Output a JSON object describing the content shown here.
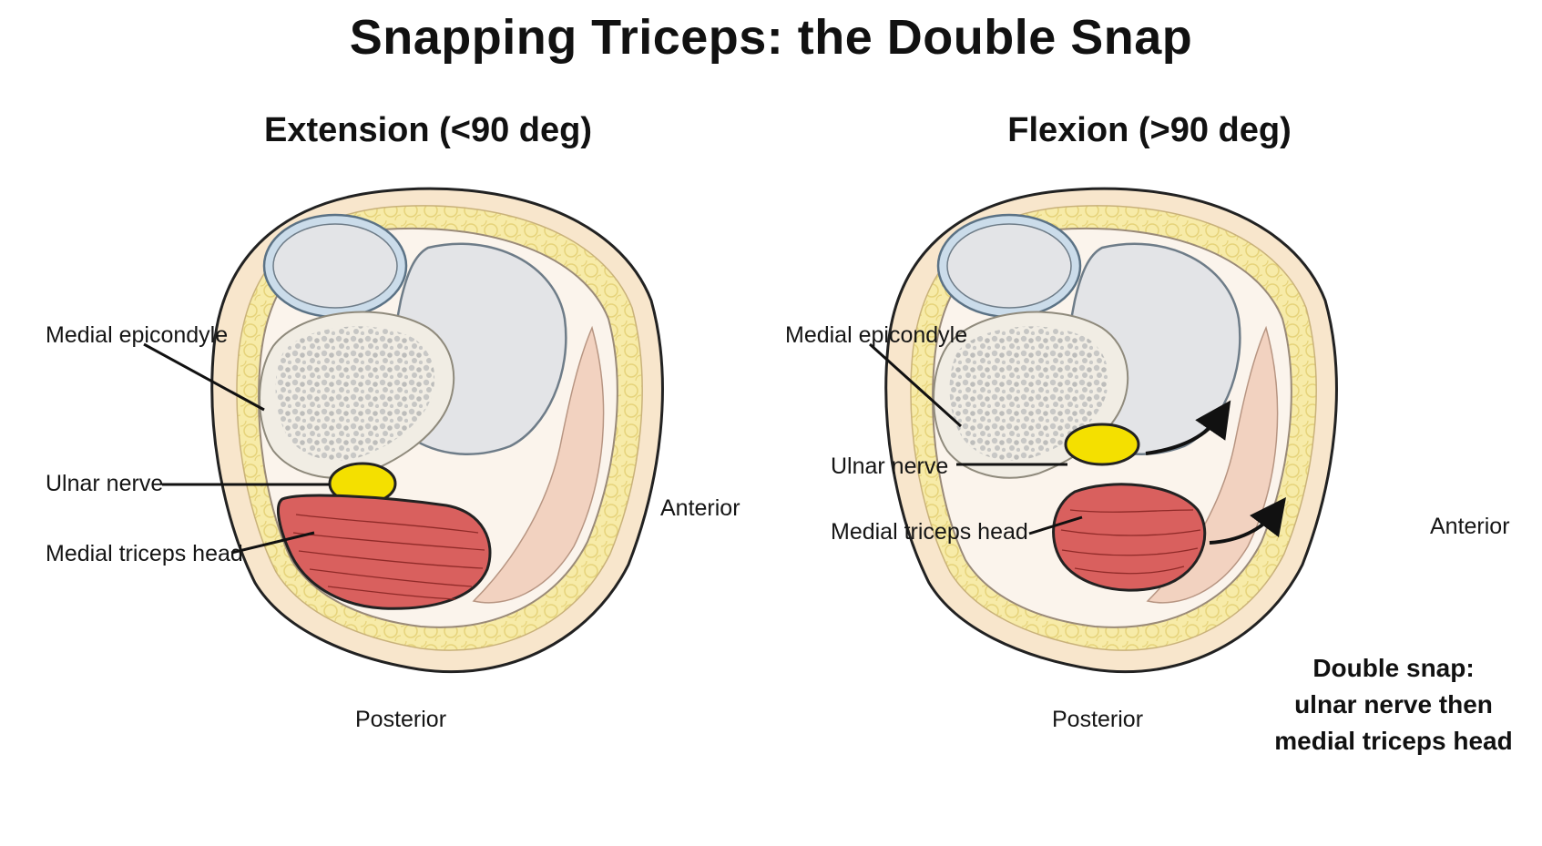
{
  "title": "Snapping Triceps: the Double Snap",
  "panels": [
    {
      "title": "Extension (<90 deg)",
      "labels": {
        "medial_epicondyle": "Medial epicondyle",
        "ulnar_nerve": "Ulnar nerve",
        "medial_triceps_head": "Medial triceps head",
        "anterior": "Anterior",
        "posterior": "Posterior"
      }
    },
    {
      "title": "Flexion (>90 deg)",
      "labels": {
        "medial_epicondyle": "Medial epicondyle",
        "ulnar_nerve": "Ulnar nerve",
        "medial_triceps_head": "Medial triceps head",
        "anterior": "Anterior",
        "posterior": "Posterior"
      }
    }
  ],
  "note": {
    "line1": "Double snap:",
    "line2": "ulnar nerve then",
    "line3": "medial triceps head"
  },
  "colors": {
    "skin": "#f8e6cc",
    "fat": "#f6e9a8",
    "bone": "#e4e5e8",
    "cartilage": "#b9cfe0",
    "cancellous": "#cfcfcf",
    "nerve": "#f4e000",
    "muscle": "#d9605e",
    "soft_tissue": "#f3d9c7"
  }
}
